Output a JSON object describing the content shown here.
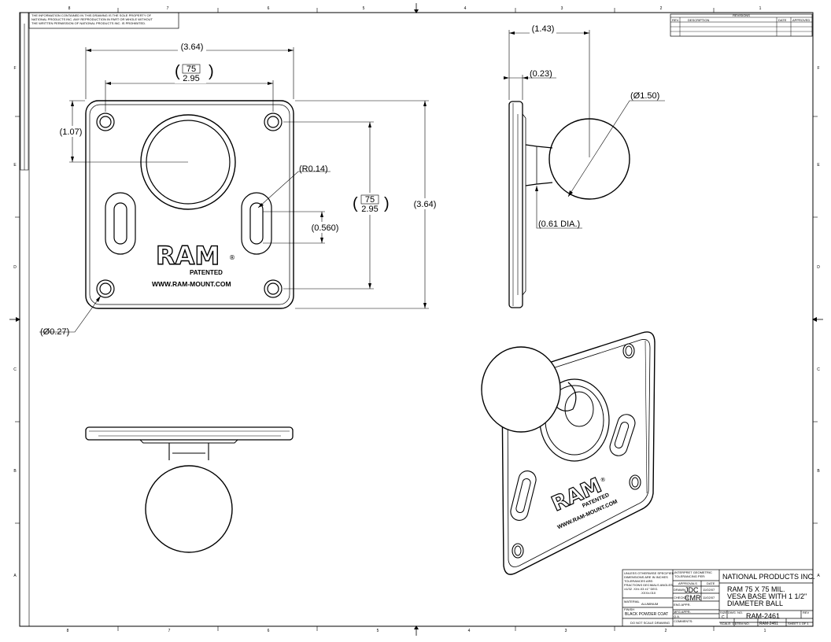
{
  "notice": {
    "line1": "THE INFORMATION CONTAINED IN THIS DRAWING IS THE SOLE PROPERTY OF",
    "line2": "NATIONAL PRODUCTS INC. ANY REPRODUCTION IN PART OR WHOLE WITHOUT",
    "line3": "THE WRITTEN PERMISSION OF NATIONAL PRODUCTS INC. IS PROHIBITED."
  },
  "revisions": {
    "title": "REVISIONS",
    "rev": "REV.",
    "description": "DESCRIPTION",
    "date": "DATE",
    "approved": "APPROVED"
  },
  "zones": {
    "top": [
      "8",
      "7",
      "6",
      "5",
      "4",
      "3",
      "2",
      "1"
    ],
    "bottom": [
      "8",
      "7",
      "6",
      "5",
      "4",
      "3",
      "2",
      "1"
    ],
    "left": [
      "F",
      "E",
      "D",
      "C",
      "B",
      "A"
    ],
    "right": [
      "F",
      "E",
      "D",
      "C",
      "B",
      "A"
    ]
  },
  "front_view": {
    "overall_width": "(3.64)",
    "hole_spacing_top": "75",
    "hole_spacing_bottom": "2.95",
    "hole_offset": "(1.07)",
    "slot_radius": "(R0.14)",
    "slot_length": "(0.560)",
    "vertical_spacing_top": "75",
    "vertical_spacing_bottom": "2.95",
    "overall_height": "(3.64)",
    "hole_dia": "(Ø0.27)",
    "logo": "RAM",
    "reg": "®",
    "patented": "PATENTED",
    "url": "WWW.RAM-MOUNT.COM"
  },
  "side_view": {
    "depth": "(1.43)",
    "plate_thickness": "(0.23)",
    "ball_dia": "(Ø1.50)",
    "neck_dia": "(0.61 DIA.)"
  },
  "iso_view": {
    "logo": "RAM",
    "reg": "®",
    "patented": "PATENTED",
    "url": "WWW.RAM-MOUNT.COM"
  },
  "title_block": {
    "tolerance_1": "UNLESS OTHERWISE SPECIFIED",
    "tolerance_2": "DIMENSIONS ARE IN INCHES",
    "tolerance_3": "TOLERANCES ARE:",
    "tolerance_4": "FRACTIONS  DECIMALS  ANGLES",
    "tolerance_5": "±1/32   .XX±.03   ±1° DEG.",
    "tolerance_6": ".XXX±.010",
    "material_label": "MATERIAL",
    "material": "ALUMINUM",
    "finish_label": "FINISH",
    "finish": "BLACK POWDER COAT",
    "do_not_scale": "DO NOT SCALE DRAWING",
    "interp_1": "INTERPRET GEOMETRIC",
    "interp_2": "TOLERANCING PER:",
    "approvals": "APPROVALS",
    "date_hdr": "DATE",
    "drawn_label": "DRAWN",
    "drawn_by": "JDC",
    "drawn_date": "11/02/07",
    "checked_label": "CHECKED",
    "checked_by": "CMR",
    "checked_date": "11/02/07",
    "eng_appr": "ENG APPR.",
    "mfg_appr": "MFG APPR.",
    "qa": "Q.A.",
    "comments": "COMMENTS:",
    "company": "NATIONAL PRODUCTS INC.",
    "title_1": "RAM 75 X 75 MIL.",
    "title_2": "VESA BASE WITH 1 1/2\"",
    "title_3": "DIAMETER BALL",
    "size_label": "SIZE",
    "size": "C",
    "dwg_no_label": "DWG. NO.",
    "dwg_no": "RAM-2461",
    "rev_label": "REV",
    "scale": "SCALE: 1:1",
    "item_no_label": "ITEM NO.",
    "item_no": "RAM-2461",
    "sheet": "SHEET 1 OF 1"
  }
}
